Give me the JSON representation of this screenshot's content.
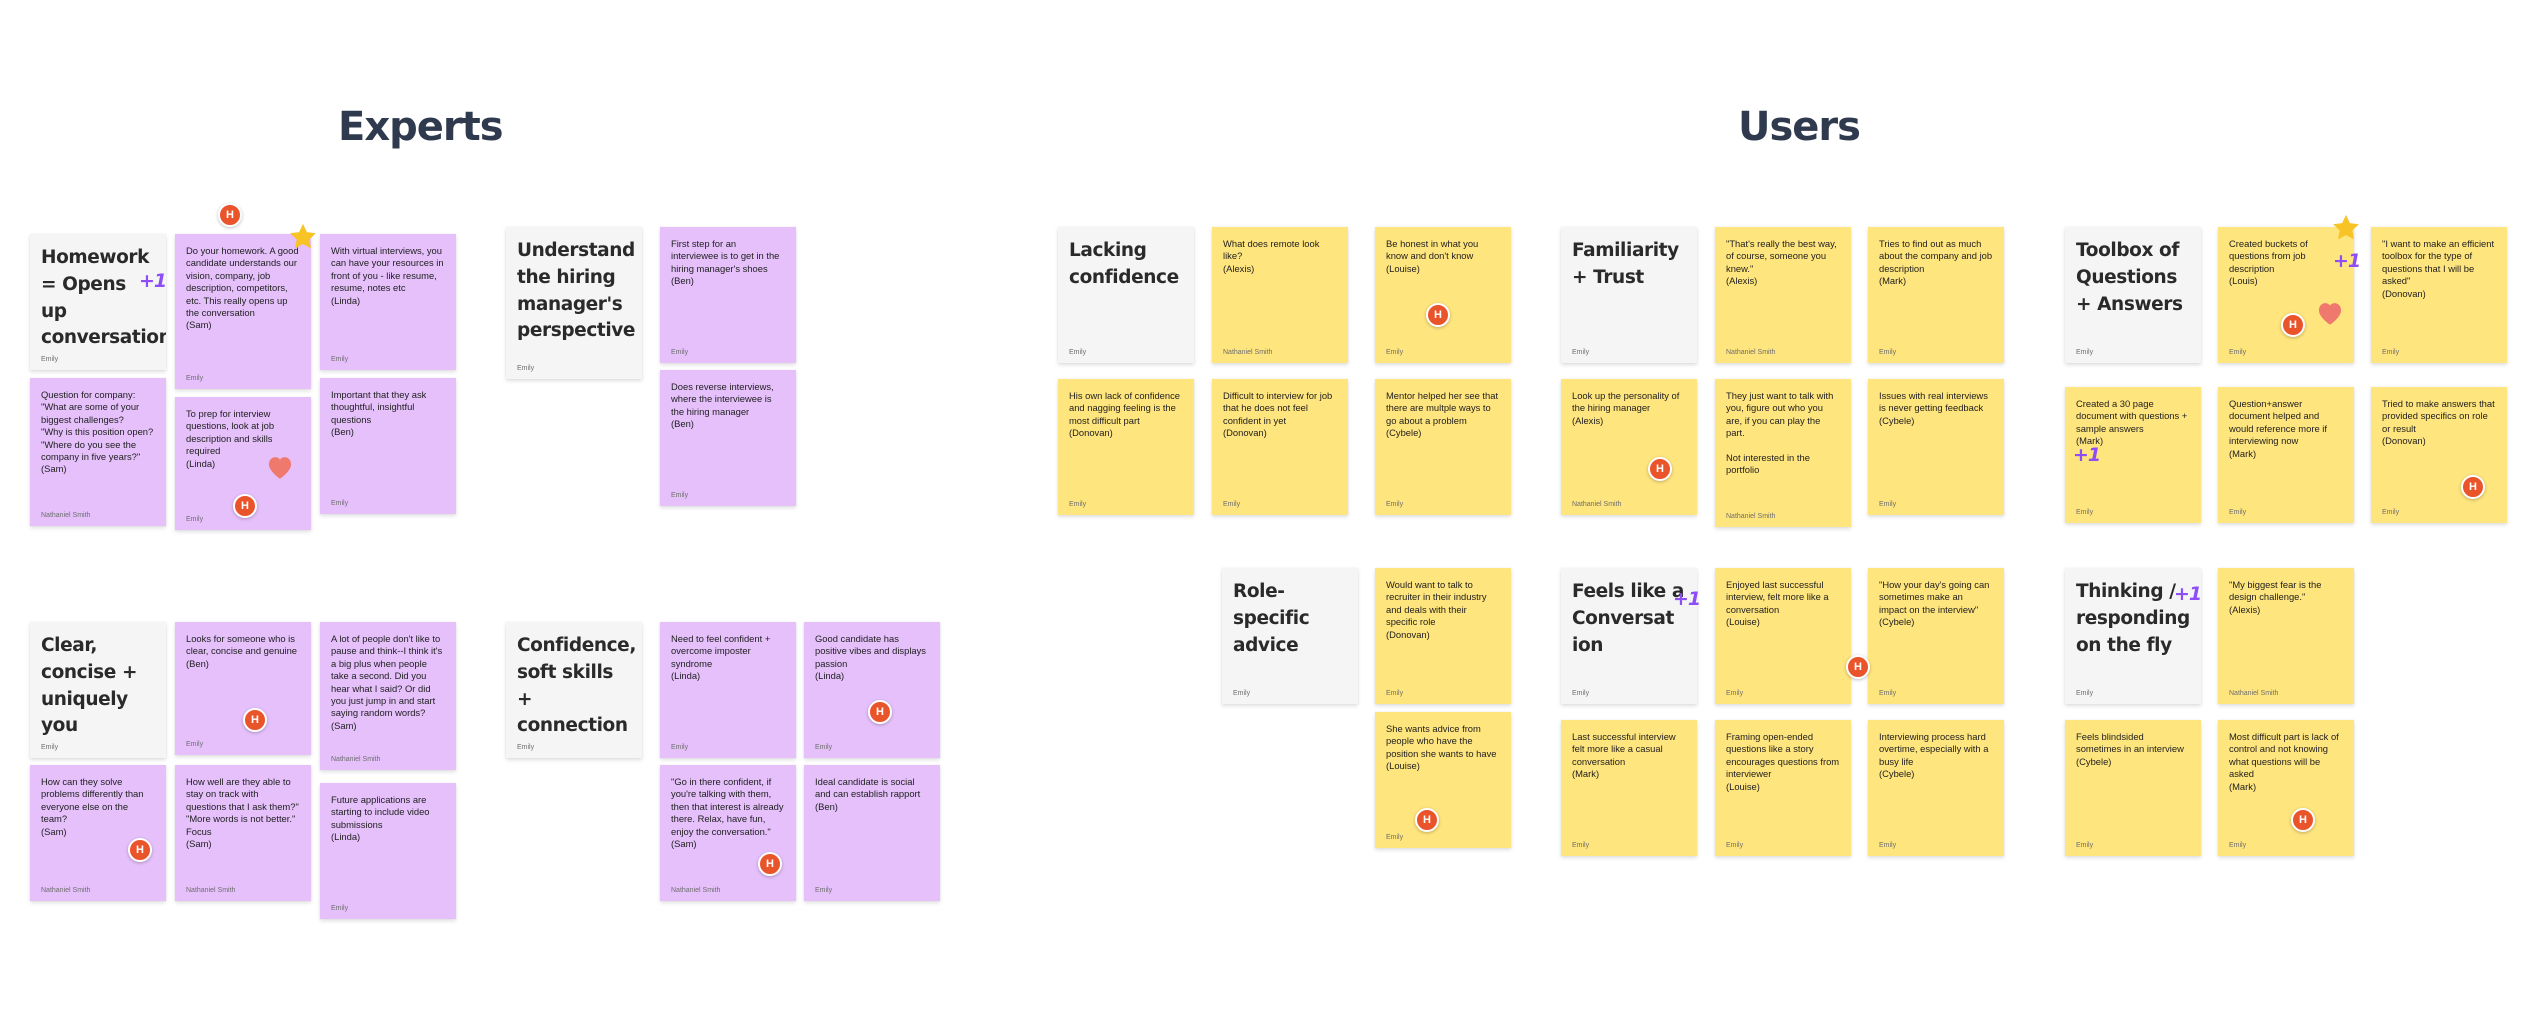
{
  "sections": {
    "experts_title": "Experts",
    "users_title": "Users"
  },
  "colors": {
    "pink_note": "#e5c0fb",
    "yellow_note": "#ffe57e",
    "header_note": "#f5f5f5",
    "avatar": "#e9542b",
    "plus_one": "#8e4ef7",
    "star": "#f7c325",
    "heart": "#f0796e"
  },
  "avatar_initial": "H",
  "plus_one_label": "+1",
  "notes": [
    {
      "id": "homework-header",
      "kind": "header",
      "text": "Homework = Opens up conversation",
      "author": "Emily"
    },
    {
      "id": "homework-1",
      "kind": "pink",
      "text": "Do your homework. A good candidate understands our vision, company, job description, competitors, etc. This really opens up the conversation\n(Sam)",
      "author": "Emily"
    },
    {
      "id": "homework-2",
      "kind": "pink",
      "text": "With virtual interviews, you can have your resources in front of you - like resume, resume, notes etc\n(Linda)",
      "author": "Emily"
    },
    {
      "id": "homework-3",
      "kind": "pink",
      "text": "Question for company:\n\"What are some of your biggest challenges?\n\"Why is this position open?\n\"Where do you see the company in five years?\"\n(Sam)",
      "author": "Nathaniel Smith"
    },
    {
      "id": "homework-4",
      "kind": "pink",
      "text": "To prep for interview questions, look at job description and skills required\n(Linda)",
      "author": "Emily"
    },
    {
      "id": "homework-5",
      "kind": "pink",
      "text": "Important that they ask thoughtful, insightful questions\n(Ben)",
      "author": "Emily"
    },
    {
      "id": "hiring-header",
      "kind": "header",
      "text": "Understand the hiring manager's perspective",
      "author": "Emily"
    },
    {
      "id": "hiring-1",
      "kind": "pink",
      "text": "First step for an interviewee is to get in the hiring manager's shoes\n(Ben)",
      "author": "Emily"
    },
    {
      "id": "hiring-2",
      "kind": "pink",
      "text": "Does reverse interviews, where the interviewee is the hiring manager\n(Ben)",
      "author": "Emily"
    },
    {
      "id": "clear-header",
      "kind": "header",
      "text": "Clear, concise + uniquely you",
      "author": "Emily"
    },
    {
      "id": "clear-1",
      "kind": "pink",
      "text": "Looks for someone who is clear, concise and genuine\n(Ben)",
      "author": "Emily"
    },
    {
      "id": "clear-2",
      "kind": "pink",
      "text": "A lot of people don't like to pause and think--I think it's a big plus when people take a second. Did you hear what I said? Or did you just jump in and start saying random words?\n(Sam)",
      "author": "Nathaniel Smith"
    },
    {
      "id": "clear-3",
      "kind": "pink",
      "text": "How can they solve problems differently than everyone else on the team?\n(Sam)",
      "author": "Nathaniel Smith"
    },
    {
      "id": "clear-4",
      "kind": "pink",
      "text": "How well are they able to stay on track with questions that I ask them?\"\n\"More words is not better.\" Focus\n(Sam)",
      "author": "Nathaniel Smith"
    },
    {
      "id": "clear-5",
      "kind": "pink",
      "text": "Future applications are starting to include video submissions\n(Linda)",
      "author": "Emily"
    },
    {
      "id": "confidence-header",
      "kind": "header",
      "text": "Confidence, soft skills + connection",
      "author": "Emily"
    },
    {
      "id": "confidence-1",
      "kind": "pink",
      "text": "Need to feel confident + overcome imposter syndrome\n(Linda)",
      "author": "Emily"
    },
    {
      "id": "confidence-2",
      "kind": "pink",
      "text": "Good candidate has positive vibes and displays passion\n(Linda)",
      "author": "Emily"
    },
    {
      "id": "confidence-3",
      "kind": "pink",
      "text": "\"Go in there confident, if you're talking with them, then that interest is already there. Relax, have fun, enjoy the conversation.\"\n(Sam)",
      "author": "Nathaniel Smith"
    },
    {
      "id": "confidence-4",
      "kind": "pink",
      "text": "Ideal candidate is social and can establish rapport\n(Ben)",
      "author": "Emily"
    },
    {
      "id": "lacking-header",
      "kind": "header",
      "text": "Lacking confidence",
      "author": "Emily"
    },
    {
      "id": "lacking-1",
      "kind": "yellow",
      "text": "What does remote look like?\n(Alexis)",
      "author": "Nathaniel Smith"
    },
    {
      "id": "lacking-2",
      "kind": "yellow",
      "text": "Be honest in what you know and don't know\n(Louise)",
      "author": "Emily"
    },
    {
      "id": "lacking-3",
      "kind": "yellow",
      "text": "His own lack of confidence and nagging feeling is the most difficult part\n(Donovan)",
      "author": "Emily"
    },
    {
      "id": "lacking-4",
      "kind": "yellow",
      "text": "Difficult to interview for job that he does not feel confident in yet\n(Donovan)",
      "author": "Emily"
    },
    {
      "id": "lacking-5",
      "kind": "yellow",
      "text": "Mentor helped her see that there are multple ways to go about a problem\n(Cybele)",
      "author": "Emily"
    },
    {
      "id": "familiarity-header",
      "kind": "header",
      "text": "Familiarity + Trust",
      "author": "Emily"
    },
    {
      "id": "familiarity-1",
      "kind": "yellow",
      "text": "\"That's really the best way, of course, someone you knew.\"\n(Alexis)",
      "author": "Nathaniel Smith"
    },
    {
      "id": "familiarity-2",
      "kind": "yellow",
      "text": "Tries to find out as much about the company and job description\n(Mark)",
      "author": "Emily"
    },
    {
      "id": "familiarity-3",
      "kind": "yellow",
      "text": "Look up the personality of the hiring manager\n(Alexis)",
      "author": "Nathaniel Smith"
    },
    {
      "id": "familiarity-4",
      "kind": "yellow",
      "text": "They just want to talk with you, figure out who you are, if you can play the part.\n\nNot interested in the portfolio",
      "author": "Nathaniel Smith"
    },
    {
      "id": "familiarity-5",
      "kind": "yellow",
      "text": "Issues with real interviews is never getting feedback\n(Cybele)",
      "author": "Emily"
    },
    {
      "id": "toolbox-header",
      "kind": "header",
      "text": "Toolbox of Questions + Answers",
      "author": "Emily"
    },
    {
      "id": "toolbox-1",
      "kind": "yellow",
      "text": "Created buckets of questions from job description\n(Louis)",
      "author": "Emily"
    },
    {
      "id": "toolbox-2",
      "kind": "yellow",
      "text": "\"I want to make an efficient toolbox for the type of questions that I will be asked\"\n(Donovan)",
      "author": "Emily"
    },
    {
      "id": "toolbox-3",
      "kind": "yellow",
      "text": "Created a 30 page document with questions + sample answers\n(Mark)",
      "author": "Emily"
    },
    {
      "id": "toolbox-4",
      "kind": "yellow",
      "text": "Question+answer document helped and would reference more if interviewing now\n(Mark)",
      "author": "Emily"
    },
    {
      "id": "toolbox-5",
      "kind": "yellow",
      "text": "Tried to make answers that provided specifics on role or result\n(Donovan)",
      "author": "Emily"
    },
    {
      "id": "role-header",
      "kind": "header",
      "text": "Role-specific advice",
      "author": "Emily"
    },
    {
      "id": "role-1",
      "kind": "yellow",
      "text": "Would want to talk to recruiter in their industry and deals with their specific role\n(Donovan)",
      "author": "Emily"
    },
    {
      "id": "role-2",
      "kind": "yellow",
      "text": "She wants advice from people who have the position she wants to have\n(Louise)",
      "author": "Emily"
    },
    {
      "id": "conversation-header",
      "kind": "header",
      "text": "Feels like a Conversat ion",
      "author": "Emily"
    },
    {
      "id": "conversation-1",
      "kind": "yellow",
      "text": "Enjoyed last successful interview, felt more like a conversation\n(Louise)",
      "author": "Emily"
    },
    {
      "id": "conversation-2",
      "kind": "yellow",
      "text": "\"How your day's going can sometimes make an impact on the interview\"\n(Cybele)",
      "author": "Emily"
    },
    {
      "id": "conversation-3",
      "kind": "yellow",
      "text": "Last successful interview felt more like a casual conversation\n(Mark)",
      "author": "Emily"
    },
    {
      "id": "conversation-4",
      "kind": "yellow",
      "text": "Framing open-ended questions like a story encourages questions from interviewer\n(Louise)",
      "author": "Emily"
    },
    {
      "id": "conversation-5",
      "kind": "yellow",
      "text": "Interviewing process hard overtime, especially with a busy life\n(Cybele)",
      "author": "Emily"
    },
    {
      "id": "thinking-header",
      "kind": "header",
      "text": "Thinking / responding on the fly",
      "author": "Emily"
    },
    {
      "id": "thinking-1",
      "kind": "yellow",
      "text": "\"My biggest fear is the design challenge.\"\n(Alexis)",
      "author": "Nathaniel Smith"
    },
    {
      "id": "thinking-2",
      "kind": "yellow",
      "text": "Feels blindsided sometimes in an interview\n(Cybele)",
      "author": "Emily"
    },
    {
      "id": "thinking-3",
      "kind": "yellow",
      "text": "Most difficult part is lack of control and not knowing what questions will be asked\n(Mark)",
      "author": "Emily"
    }
  ]
}
